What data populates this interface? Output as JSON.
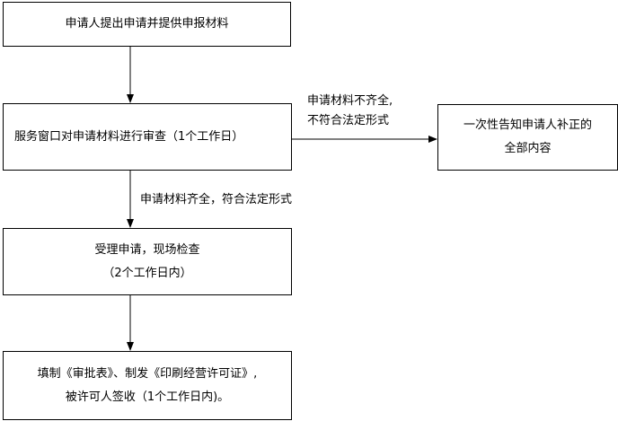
{
  "steps": {
    "submit": {
      "line1": "申请人提出申请并提供申报材料"
    },
    "review": {
      "line1": "服务窗口对申请材料进行审查（1个工作日）"
    },
    "notify": {
      "line1": "一次性告知申请人补正的",
      "line2": "全部内容"
    },
    "accept": {
      "line1": "受理申请，现场检查",
      "line2": "（2个工作日内）"
    },
    "issue": {
      "line1": "填制《审批表》、制发《印刷经营许可证》,",
      "line2": "被许可人签收（1个工作日内)。"
    }
  },
  "edges": {
    "incomplete": {
      "line1": "申请材料不齐全,",
      "line2": "不符合法定形式"
    },
    "complete": {
      "line1": "申请材料齐全，符合法定形式"
    }
  }
}
